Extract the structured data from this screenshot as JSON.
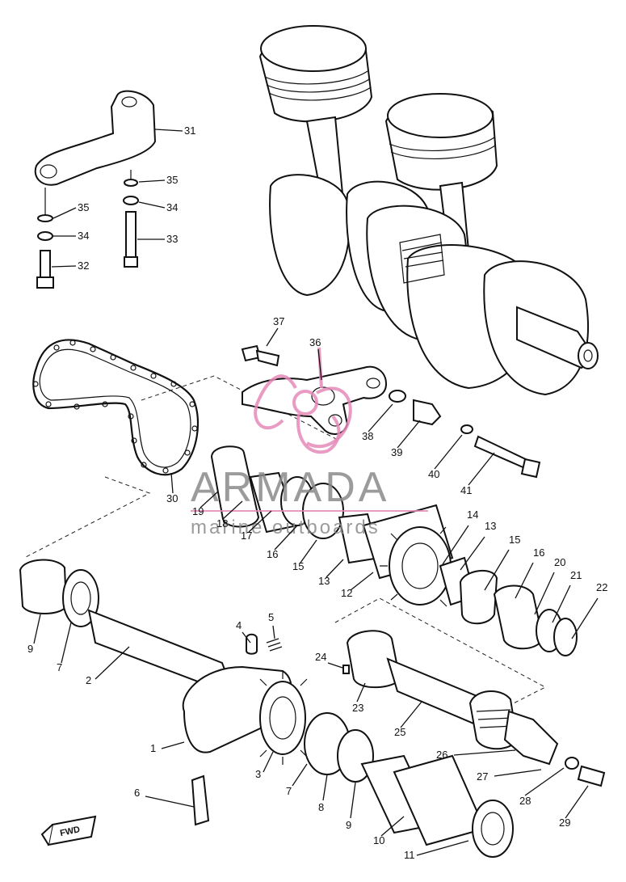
{
  "watermark": {
    "brand": "ARMADA",
    "tagline": "marine outboards",
    "colors": {
      "logo": "#e58ab8",
      "text": "#8a8a8a"
    }
  },
  "direction_marker": {
    "label": "FWD",
    "icon": "forward-arrow-icon"
  },
  "callouts": [
    {
      "id": "1",
      "text": "1"
    },
    {
      "id": "2",
      "text": "2"
    },
    {
      "id": "3",
      "text": "3"
    },
    {
      "id": "4",
      "text": "4"
    },
    {
      "id": "5",
      "text": "5"
    },
    {
      "id": "6",
      "text": "6"
    },
    {
      "id": "7a",
      "text": "7"
    },
    {
      "id": "7b",
      "text": "7"
    },
    {
      "id": "8",
      "text": "8"
    },
    {
      "id": "9a",
      "text": "9"
    },
    {
      "id": "9b",
      "text": "9"
    },
    {
      "id": "10",
      "text": "10"
    },
    {
      "id": "11",
      "text": "11"
    },
    {
      "id": "12",
      "text": "12"
    },
    {
      "id": "13a",
      "text": "13"
    },
    {
      "id": "13b",
      "text": "13"
    },
    {
      "id": "14",
      "text": "14"
    },
    {
      "id": "15a",
      "text": "15"
    },
    {
      "id": "15b",
      "text": "15"
    },
    {
      "id": "16a",
      "text": "16"
    },
    {
      "id": "16b",
      "text": "16"
    },
    {
      "id": "17",
      "text": "17"
    },
    {
      "id": "18",
      "text": "18"
    },
    {
      "id": "19",
      "text": "19"
    },
    {
      "id": "20",
      "text": "20"
    },
    {
      "id": "21",
      "text": "21"
    },
    {
      "id": "22",
      "text": "22"
    },
    {
      "id": "23",
      "text": "23"
    },
    {
      "id": "24",
      "text": "24"
    },
    {
      "id": "25",
      "text": "25"
    },
    {
      "id": "26",
      "text": "26"
    },
    {
      "id": "27",
      "text": "27"
    },
    {
      "id": "28",
      "text": "28"
    },
    {
      "id": "29",
      "text": "29"
    },
    {
      "id": "30",
      "text": "30"
    },
    {
      "id": "31",
      "text": "31"
    },
    {
      "id": "32",
      "text": "32"
    },
    {
      "id": "33",
      "text": "33"
    },
    {
      "id": "34a",
      "text": "34"
    },
    {
      "id": "34b",
      "text": "34"
    },
    {
      "id": "35a",
      "text": "35"
    },
    {
      "id": "35b",
      "text": "35"
    },
    {
      "id": "36",
      "text": "36"
    },
    {
      "id": "37",
      "text": "37"
    },
    {
      "id": "38",
      "text": "38"
    },
    {
      "id": "39",
      "text": "39"
    },
    {
      "id": "40",
      "text": "40"
    },
    {
      "id": "41",
      "text": "41"
    }
  ]
}
